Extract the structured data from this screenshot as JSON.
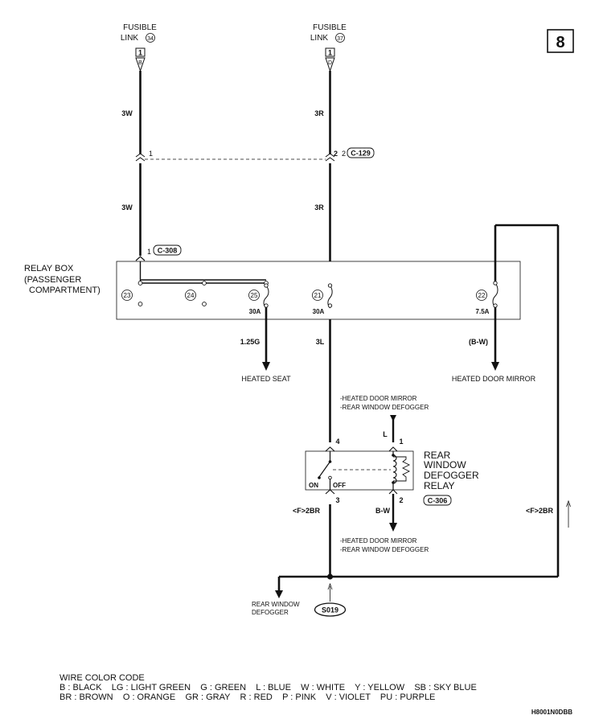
{
  "page_number": "8",
  "fusible_link_a": {
    "title": "FUSIBLE",
    "label": "LINK",
    "num": "34",
    "terminal": "1",
    "pin": "B",
    "wire_top": "3W",
    "wire_bottom": "3W"
  },
  "fusible_link_b": {
    "title": "FUSIBLE",
    "label": "LINK",
    "num": "37",
    "terminal": "1",
    "pin": "D",
    "wire_top": "3R",
    "wire_bottom": "3R"
  },
  "connector_c129": {
    "code": "C-129",
    "pin_left": "1",
    "pin_right": "2",
    "pin_right_code": "2"
  },
  "connector_c308": {
    "code": "C-308",
    "pin": "1"
  },
  "relay_box": {
    "title": "RELAY BOX",
    "subtitle_1": "(PASSENGER",
    "subtitle_2": "COMPARTMENT)",
    "terminals": [
      "23",
      "24",
      "25",
      "21",
      "22"
    ],
    "fuse_25": "30A",
    "fuse_21": "30A",
    "fuse_22": "7.5A"
  },
  "outputs": {
    "heated_seat_wire": "1.25G",
    "heated_seat": "HEATED SEAT",
    "defogger_wire": "3L",
    "mirror_wire": "(B-W)",
    "mirror": "HEATED DOOR MIRROR"
  },
  "relay": {
    "title_1": "REAR",
    "title_2": "WINDOW",
    "title_3": "DEFOGGER",
    "title_4": "RELAY",
    "on": "ON",
    "off": "OFF",
    "pin_1": "1",
    "pin_2": "2",
    "pin_3": "3",
    "pin_4": "4",
    "wire_l": "L",
    "wire_bw": "B-W",
    "connector": "C-306",
    "top_note_1": "-HEATED DOOR MIRROR",
    "top_note_2": "-REAR WINDOW DEFOGGER",
    "bottom_note_1": "-HEATED DOOR MIRROR",
    "bottom_note_2": "-REAR WINDOW DEFOGGER"
  },
  "ground": {
    "wire_left": "<F>2BR",
    "wire_right": "<F>2BR",
    "destination_1": "REAR WINDOW",
    "destination_2": "DEFOGGER",
    "splice": "S019"
  },
  "legend": {
    "title": "WIRE COLOR CODE",
    "line1": "B : BLACK    LG : LIGHT GREEN    G : GREEN    L : BLUE    W : WHITE    Y : YELLOW    SB : SKY BLUE",
    "line2": "BR : BROWN    O : ORANGE    GR : GRAY    R : RED    P : PINK    V : VIOLET    PU : PURPLE"
  },
  "figure_code": "H8001N0DBB"
}
